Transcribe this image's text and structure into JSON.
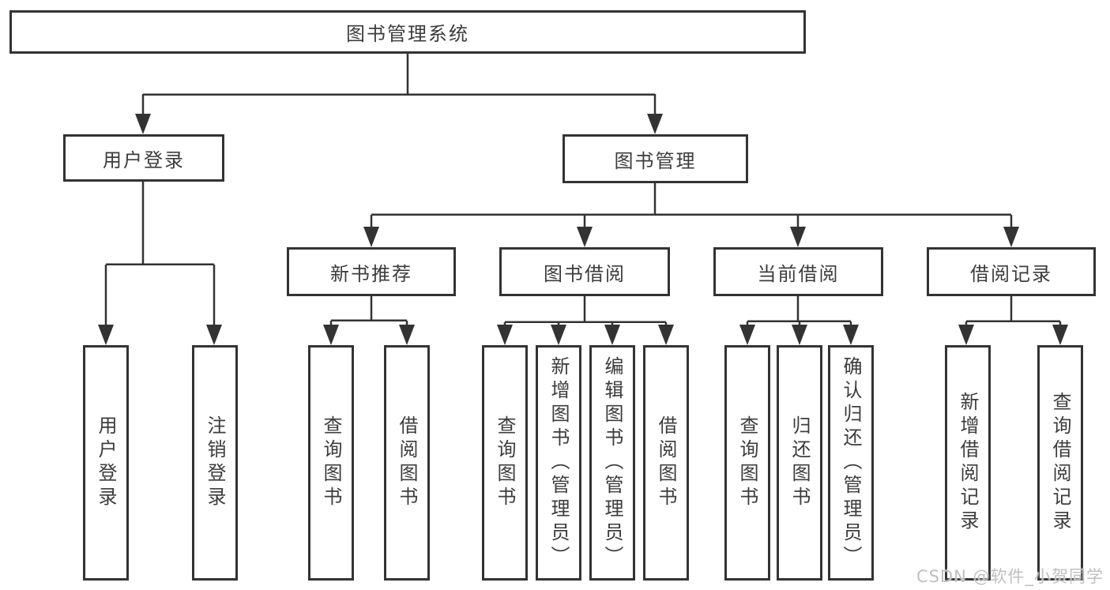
{
  "tree": {
    "root": {
      "label": "图书管理系统",
      "children": [
        {
          "label": "用户登录",
          "children": [
            {
              "label": "用户登录"
            },
            {
              "label": "注销登录"
            }
          ]
        },
        {
          "label": "图书管理",
          "children": [
            {
              "label": "新书推荐",
              "children": [
                {
                  "label": "查询图书"
                },
                {
                  "label": "借阅图书"
                }
              ]
            },
            {
              "label": "图书借阅",
              "children": [
                {
                  "label": "查询图书"
                },
                {
                  "label": "新增图书（管理员）"
                },
                {
                  "label": "编辑图书（管理员）"
                },
                {
                  "label": "借阅图书"
                }
              ]
            },
            {
              "label": "当前借阅",
              "children": [
                {
                  "label": "查询图书"
                },
                {
                  "label": "归还图书"
                },
                {
                  "label": "确认归还（管理员）"
                }
              ]
            },
            {
              "label": "借阅记录",
              "children": [
                {
                  "label": "新增借阅记录"
                },
                {
                  "label": "查询借阅记录"
                }
              ]
            }
          ]
        }
      ]
    }
  },
  "watermark": {
    "text": "CSDN @软件_小贺同学"
  },
  "colors": {
    "line": "#333333",
    "box_border": "#333333",
    "text": "#3c3c3c",
    "watermark": "#bfbfbf",
    "background": "#ffffff"
  }
}
